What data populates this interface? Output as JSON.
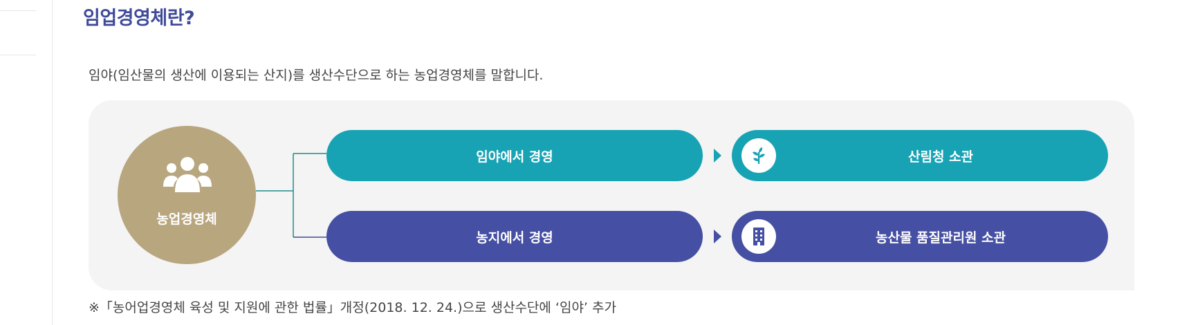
{
  "page": {
    "title": "임업경영체란?",
    "description": "임야(임산물의 생산에 이용되는 산지)를 생산수단으로 하는 농업경영체를 말합니다.",
    "note": "※「농어업경영체 육성 및 지원에 관한 법률」개정(2018. 12. 24.)으로 생산수단에 ‘임야’ 추가"
  },
  "diagram": {
    "entity": {
      "label": "농업경영체",
      "icon": "people-group-icon"
    },
    "rows": [
      {
        "left_label": "임야에서 경영",
        "right_label": "산림청 소관",
        "right_icon": "leaf-sprout-icon",
        "color": "#18a3b5"
      },
      {
        "left_label": "농지에서 경영",
        "right_label": "농산물 품질관리원 소관",
        "right_icon": "building-icon",
        "color": "#454fa3"
      }
    ],
    "entity_color": "#b8a67f",
    "panel_color": "#f4f4f4"
  }
}
